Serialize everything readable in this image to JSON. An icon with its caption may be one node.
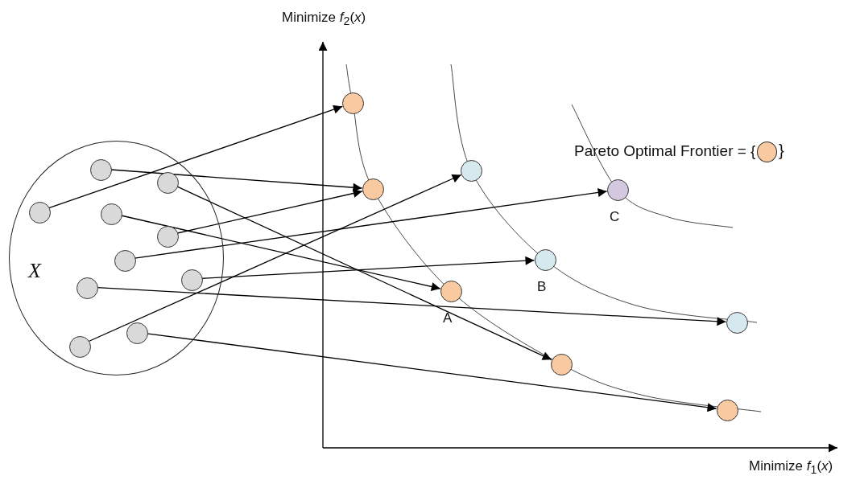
{
  "diagram": {
    "nodes": [
      {
        "text": [
          "X"
        ]
      },
      {
        "text": [],
        "shape": "circle",
        "in": 0
      },
      {
        "text": [],
        "shape": "circle",
        "in": 0
      },
      {
        "text": [],
        "shape": "circle",
        "in": 0
      },
      {
        "text": [],
        "shape": "circle",
        "in": 0
      },
      {
        "text": [],
        "shape": "circle",
        "in": 0
      },
      {
        "text": [],
        "shape": "circle",
        "in": 0
      },
      {
        "text": [],
        "shape": "circle",
        "in": 0
      },
      {
        "text": [],
        "shape": "circle",
        "in": 0
      },
      {
        "text": [],
        "shape": "circle",
        "in": 0
      },
      {
        "text": [],
        "shape": "circle",
        "in": 0
      },
      {
        "text": [],
        "shape": "circle"
      },
      {
        "text": [],
        "shape": "circle"
      },
      {
        "text": [],
        "shape": "circle"
      },
      {
        "text": [],
        "shape": "circle",
        "beside": [
          "C"
        ]
      },
      {
        "text": [],
        "shape": "circle",
        "beside": [
          "B"
        ]
      },
      {
        "text": [],
        "shape": "circle",
        "beside": [
          "A"
        ]
      },
      {
        "text": [],
        "shape": "circle"
      },
      {
        "text": [],
        "shape": "circle"
      },
      {
        "text": [],
        "shape": "circle"
      }
    ],
    "edges": [
      {
        "from": 1,
        "to": 13,
        "arrow": "to"
      },
      {
        "from": 2,
        "to": 18,
        "arrow": "to"
      },
      {
        "from": 3,
        "to": 11,
        "arrow": "to"
      },
      {
        "from": 4,
        "to": 16,
        "arrow": "to"
      },
      {
        "from": 5,
        "to": 13,
        "arrow": "to"
      },
      {
        "from": 6,
        "to": 14,
        "arrow": "to"
      },
      {
        "from": 7,
        "to": 15,
        "arrow": "to"
      },
      {
        "from": 8,
        "to": 17,
        "arrow": "to"
      },
      {
        "from": 9,
        "to": 19,
        "arrow": "to"
      },
      {
        "from": 10,
        "to": 12,
        "arrow": "to"
      }
    ],
    "labels": [
      "Minimize *f*$_{2}$(*x*)",
      "}",
      "Minimize *f*$_{1}$(*x*)"
    ],
    "legend": [
      {
        "text": "Pareto Optimal Frontier = {",
        "color": "#f9c9a2"
      }
    ]
  }
}
